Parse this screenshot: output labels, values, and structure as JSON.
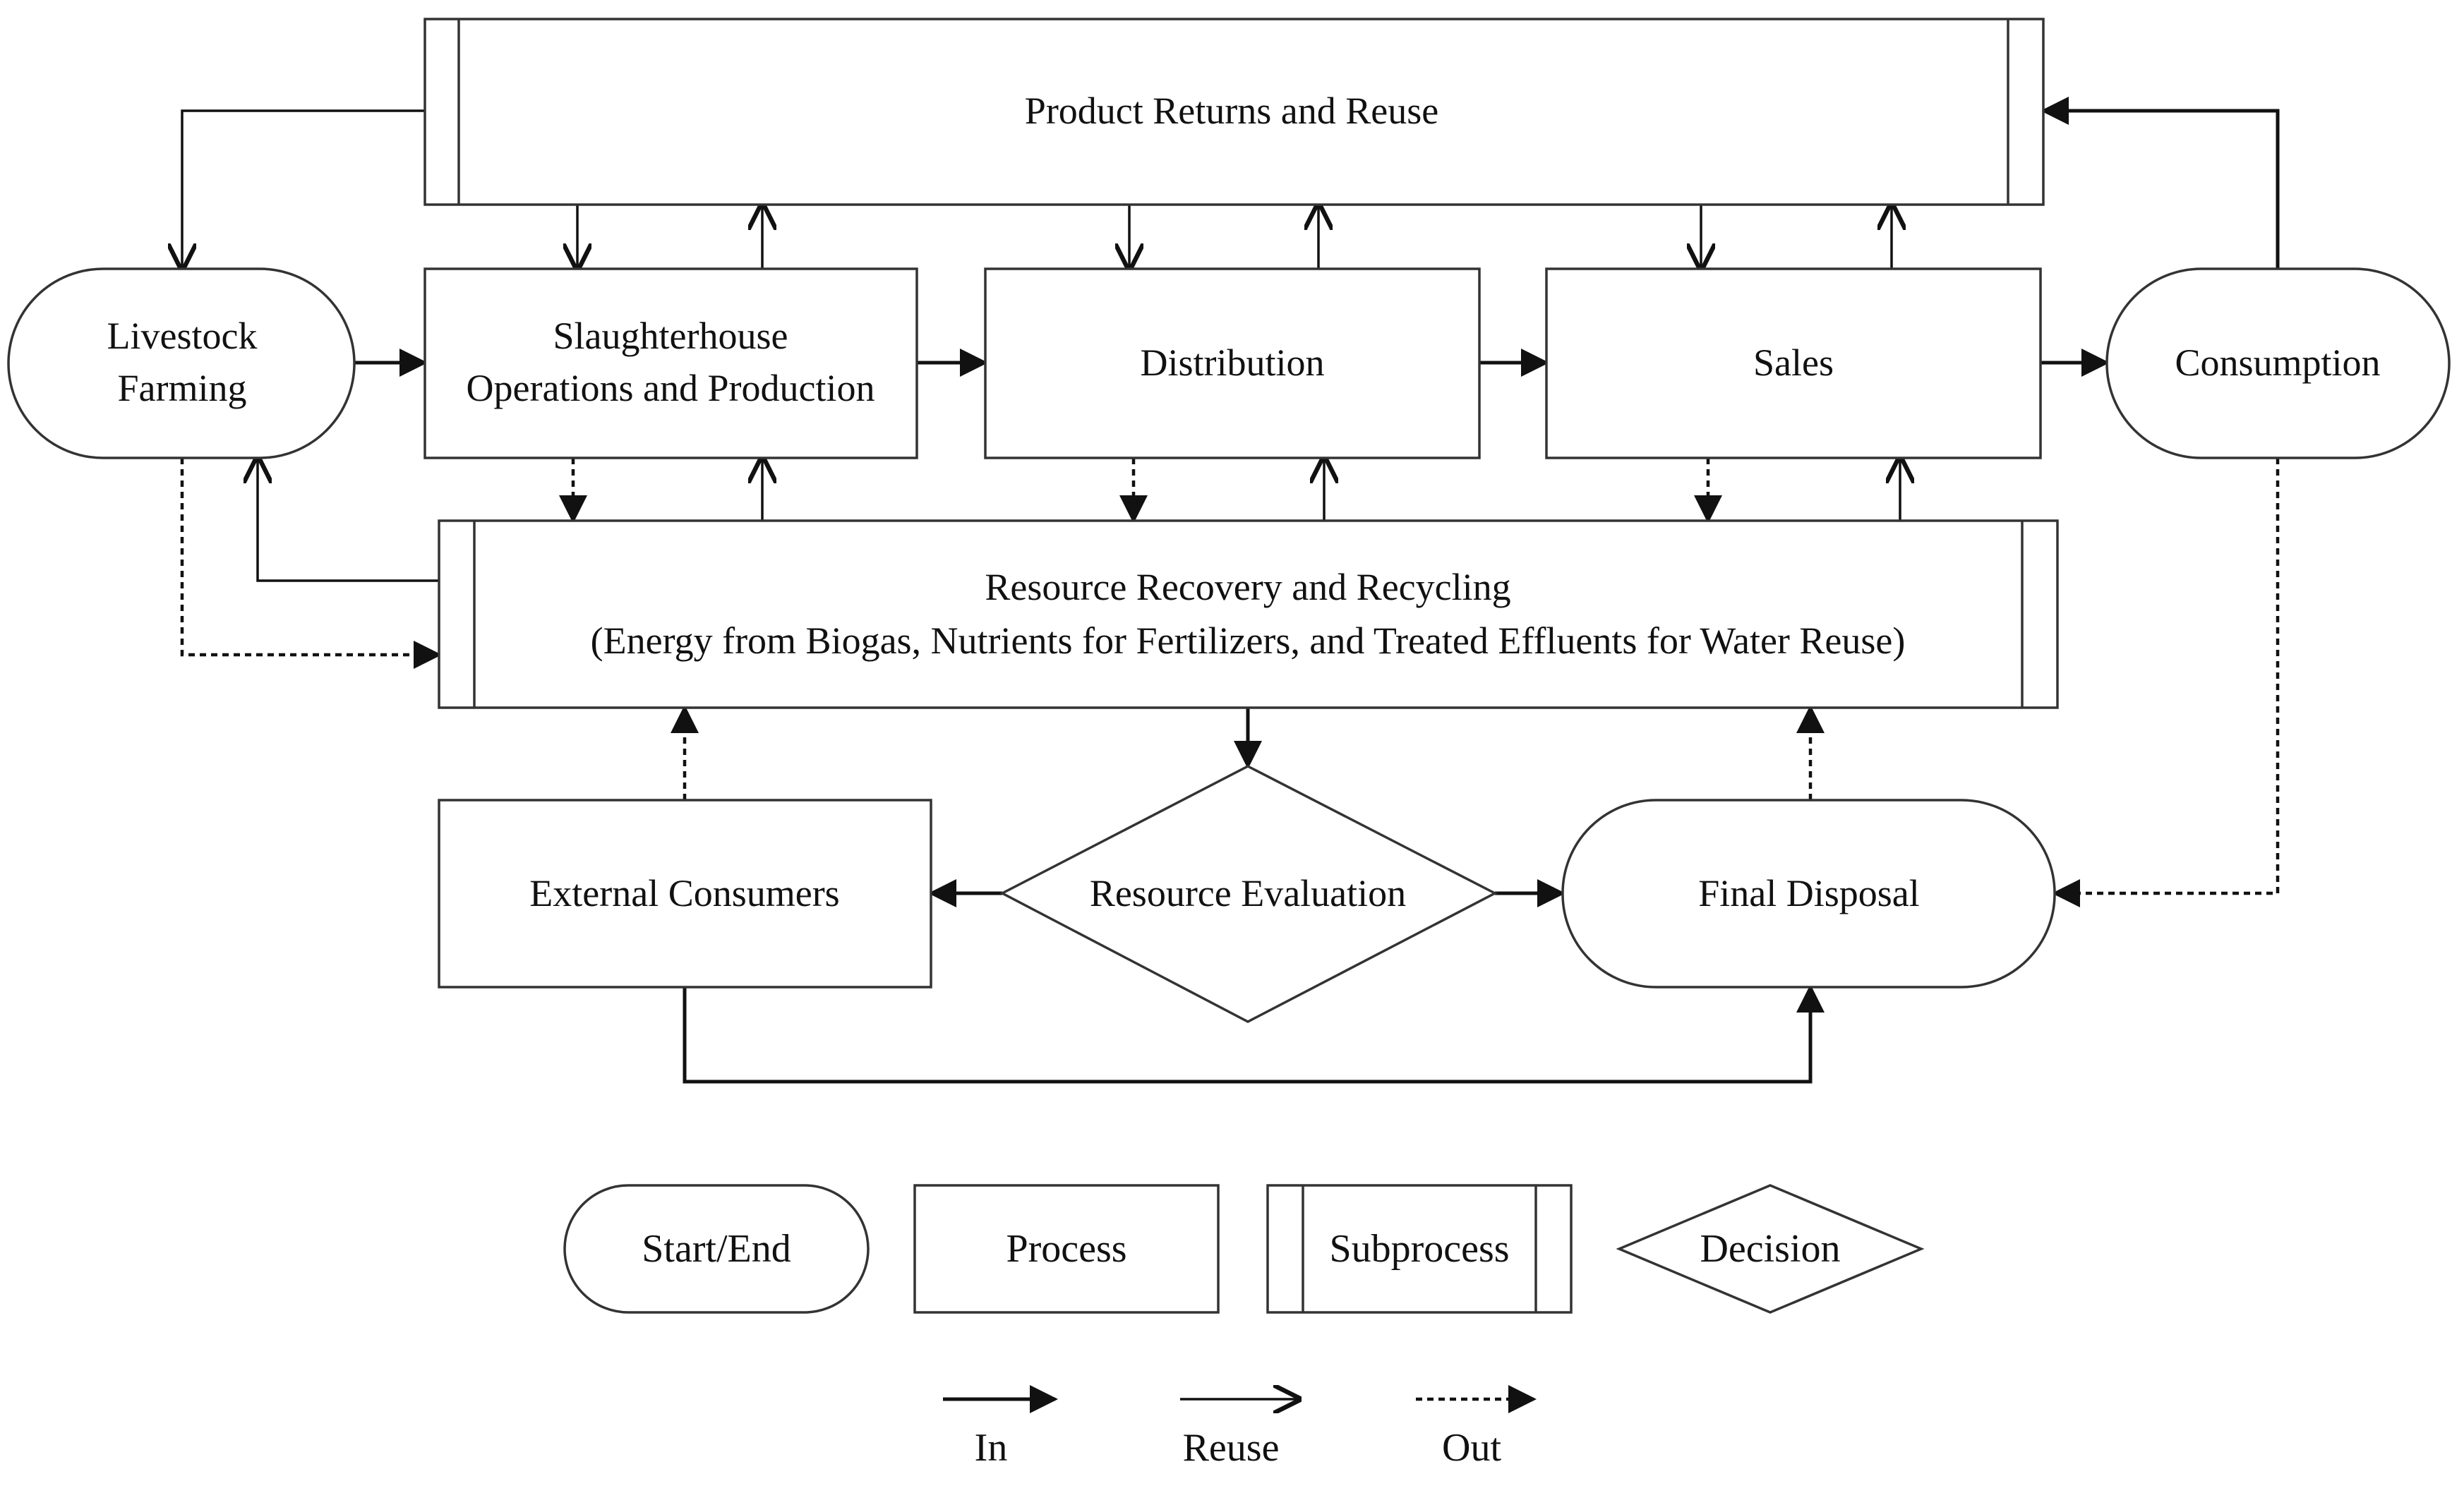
{
  "nodes": {
    "returns": "Product Returns and Reuse",
    "livestock_1": "Livestock",
    "livestock_2": "Farming",
    "slaughter_1": "Slaughterhouse",
    "slaughter_2": "Operations and Production",
    "distribution": "Distribution",
    "sales": "Sales",
    "consumption": "Consumption",
    "recovery_1": "Resource Recovery and Recycling",
    "recovery_2": "(Energy from Biogas, Nutrients for Fertilizers, and Treated Effluents for Water Reuse)",
    "external": "External Consumers",
    "evaluation": "Resource Evaluation",
    "disposal": "Final Disposal"
  },
  "legend": {
    "start_end": "Start/End",
    "process": "Process",
    "subprocess": "Subprocess",
    "decision": "Decision",
    "in": "In",
    "reuse": "Reuse",
    "out": "Out"
  }
}
